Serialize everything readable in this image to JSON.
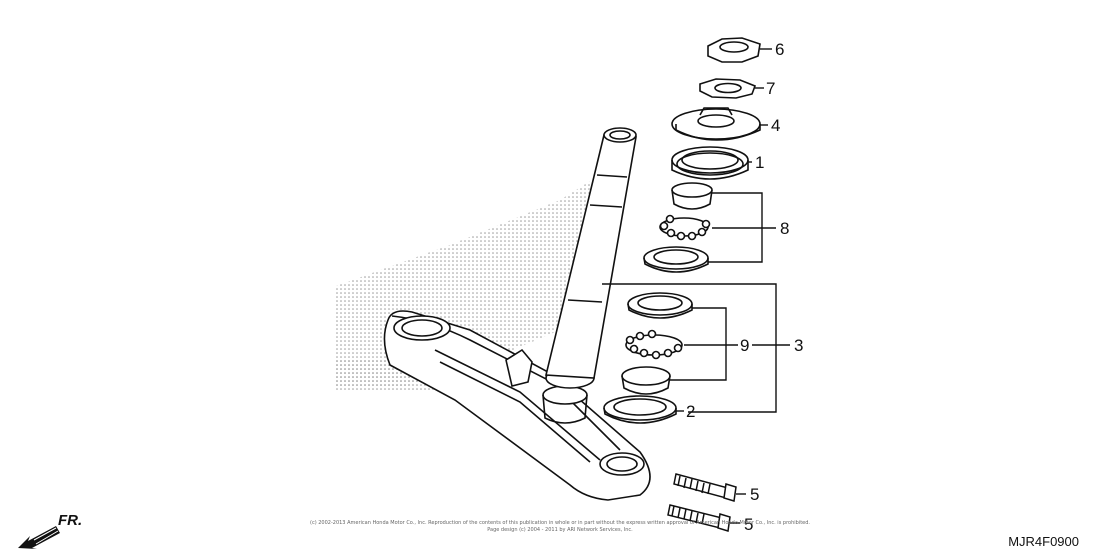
{
  "callouts": {
    "c6": "6",
    "c7": "7",
    "c4": "4",
    "c1": "1",
    "c8": "8",
    "c9": "9",
    "c3": "3",
    "c2": "2",
    "c5a": "5",
    "c5b": "5"
  },
  "direction": {
    "label": "FR."
  },
  "footer": {
    "copyright_line1": "(c) 2002-2013 American Honda Motor Co., Inc. Reproduction of the contents of this publication in whole or in part without the express written approval of American Honda Motor Co., Inc. is prohibited.",
    "copyright_line2": "Page design (c) 2004 - 2011 by ARI Network Services, Inc.",
    "diagram_code": "MJR4F0900"
  },
  "colors": {
    "line": "#111111",
    "shadow_dots": "#9a9a9a",
    "background": "#ffffff"
  }
}
